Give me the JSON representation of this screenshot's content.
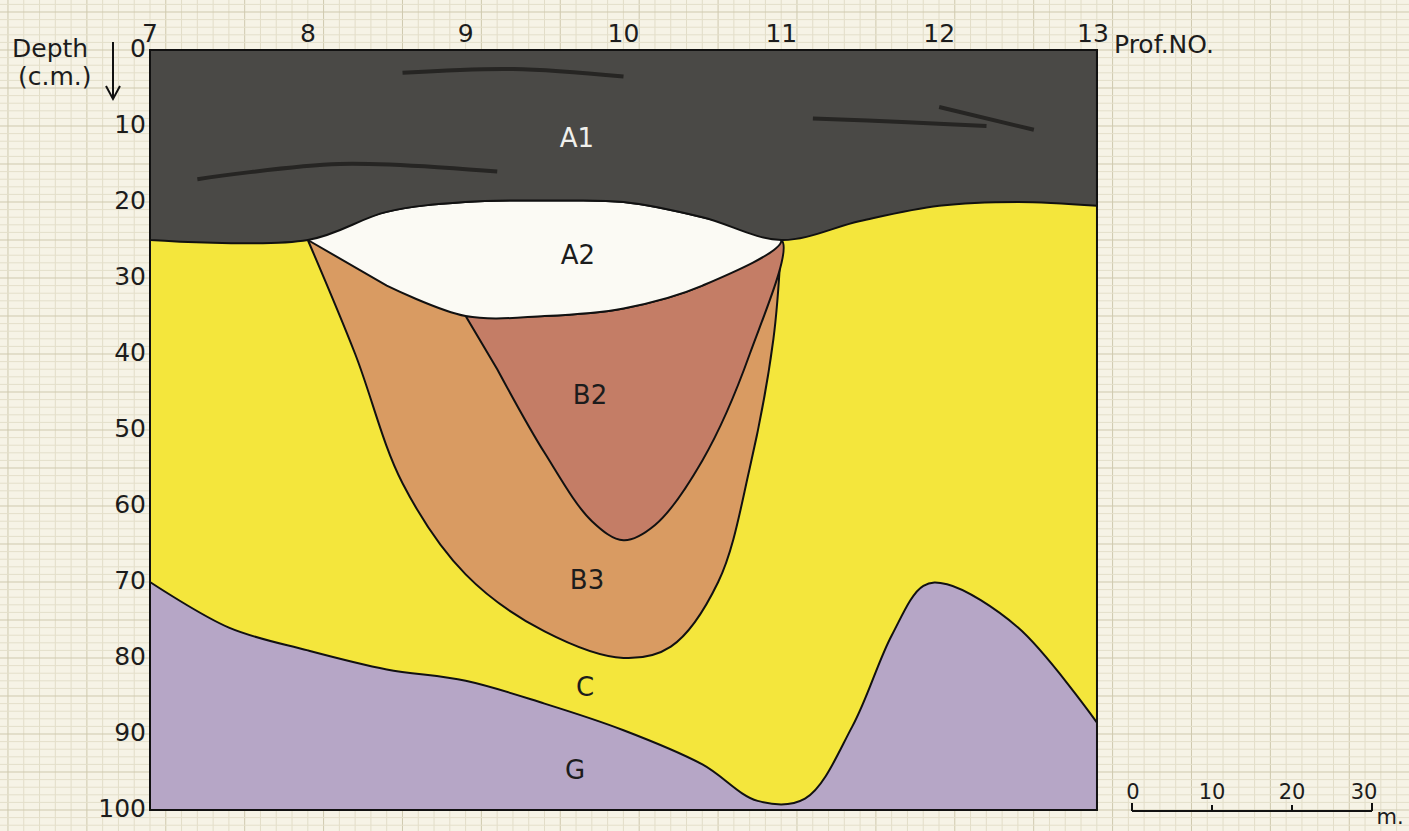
{
  "diagram": {
    "labels": [
      "7",
      "8",
      "9",
      "10",
      "11",
      "12",
      "13",
      "Prof.NO.",
      "Depth",
      "(c.m.)",
      "0",
      "10",
      "20",
      "30",
      "40",
      "50",
      "60",
      "70",
      "80",
      "90",
      "100",
      "A1",
      "A2",
      "B2",
      "B3",
      "C",
      "G",
      "0",
      "10",
      "20",
      "30",
      "m."
    ]
  }
}
